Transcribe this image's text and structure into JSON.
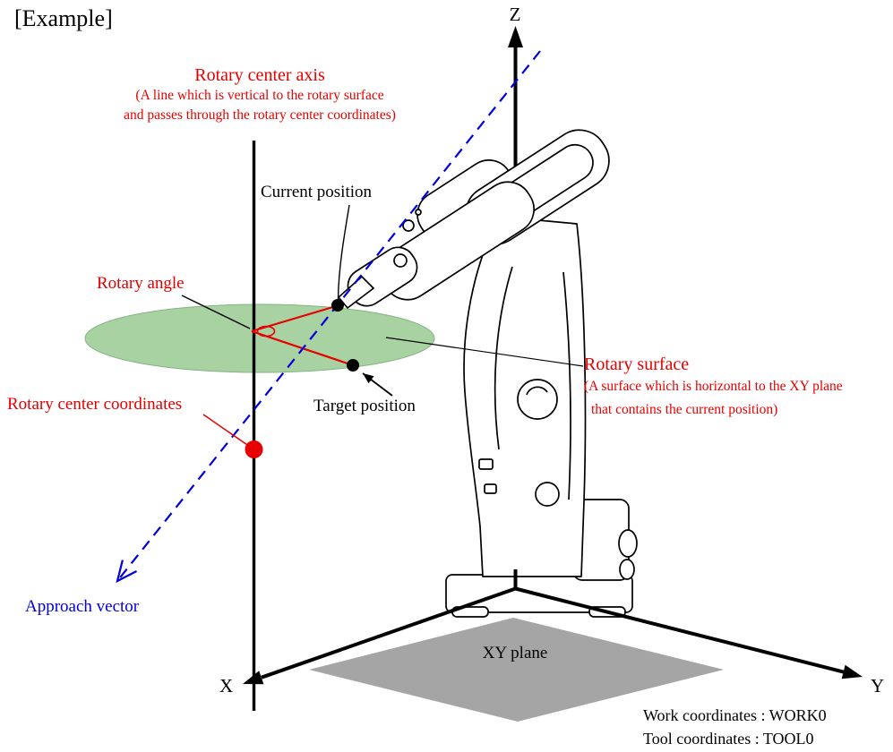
{
  "colors": {
    "red": "#e60000",
    "blue": "#0000dd",
    "surface_green": "#a8d2a2",
    "surface_green_edge": "#84b384",
    "plane_gray": "#a5a5a5",
    "black": "#000000"
  },
  "axes": {
    "x": "X",
    "y": "Y",
    "z": "Z"
  },
  "labels": {
    "example": "[Example]",
    "current_position": "Current position",
    "rotary_angle": "Rotary angle",
    "target_position": "Target position",
    "rotary_center_coordinates": "Rotary center coordinates",
    "approach_vector": "Approach vector",
    "xy_plane": "XY plane",
    "rotary_center_axis": {
      "title": "Rotary center axis",
      "desc1": "(A line which is vertical to the rotary surface",
      "desc2": "and passes through the rotary center coordinates)"
    },
    "rotary_surface": {
      "title": "Rotary surface",
      "desc1": "(A surface which is horizontal to the XY plane",
      "desc2": "that contains the current position)"
    }
  },
  "footer": {
    "work_coordinates": "Work coordinates : WORK0",
    "tool_coordinates": "Tool coordinates : TOOL0"
  }
}
